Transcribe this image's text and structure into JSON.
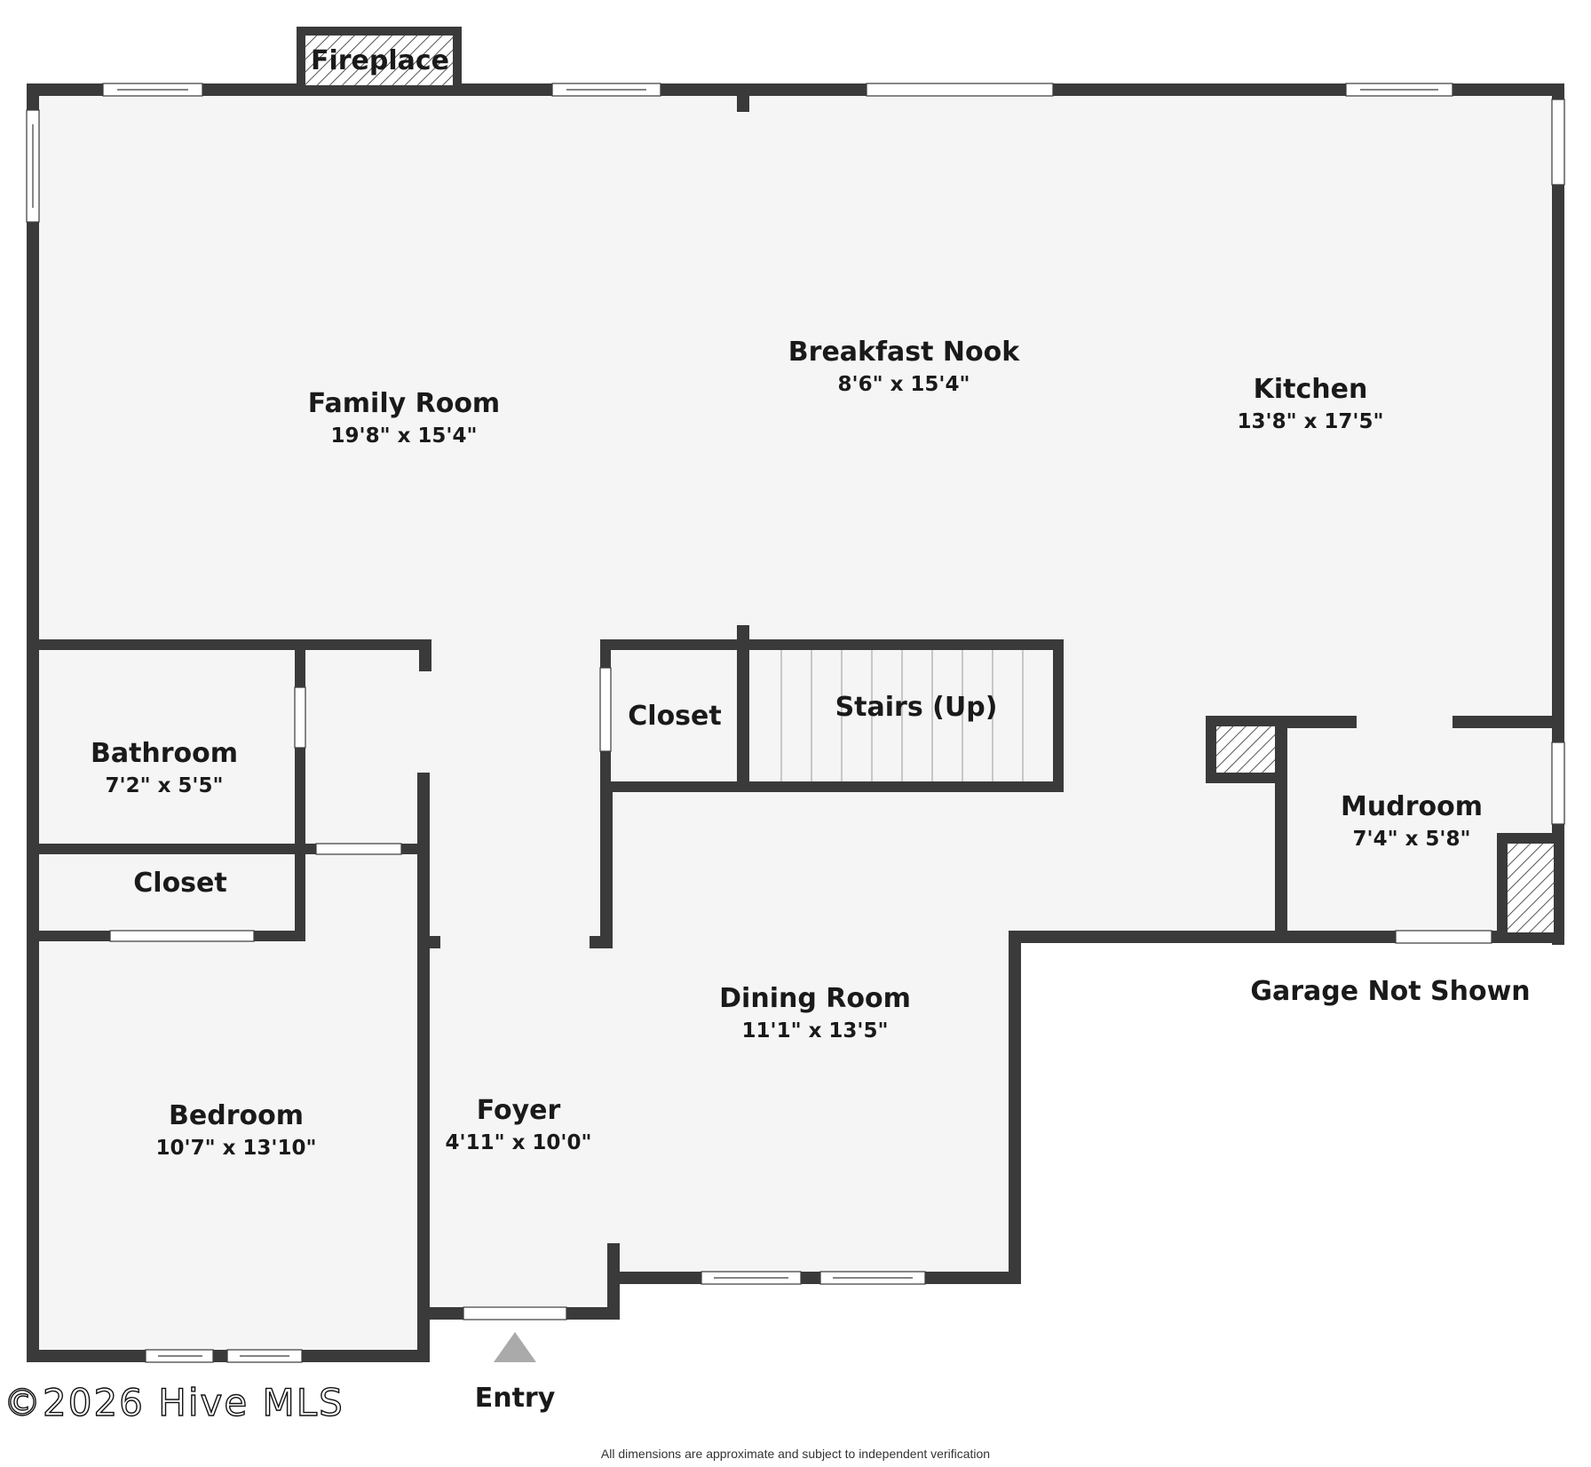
{
  "rooms": {
    "family_room": {
      "name": "Family Room",
      "dims": "19'8\" x 15'4\""
    },
    "breakfast_nook": {
      "name": "Breakfast Nook",
      "dims": "8'6\" x 15'4\""
    },
    "kitchen": {
      "name": "Kitchen",
      "dims": "13'8\" x 17'5\""
    },
    "bathroom": {
      "name": "Bathroom",
      "dims": "7'2\" x 5'5\""
    },
    "closet_left": {
      "name": "Closet"
    },
    "closet_center": {
      "name": "Closet"
    },
    "stairs": {
      "name": "Stairs (Up)"
    },
    "mudroom": {
      "name": "Mudroom",
      "dims": "7'4\" x 5'8\""
    },
    "dining_room": {
      "name": "Dining Room",
      "dims": "11'1\" x 13'5\""
    },
    "bedroom": {
      "name": "Bedroom",
      "dims": "10'7\" x 13'10\""
    },
    "foyer": {
      "name": "Foyer",
      "dims": "4'11\" x 10'0\""
    }
  },
  "labels": {
    "fireplace": "Fireplace",
    "garage": "Garage Not Shown",
    "entry": "Entry",
    "copyright": "©2026 Hive MLS",
    "disclaimer": "All dimensions are approximate and subject to independent verification"
  },
  "colors": {
    "wall": "#3a3a3a",
    "floor": "#f5f5f5",
    "hatch": "#555555",
    "entry_marker": "#aaaaaa"
  }
}
